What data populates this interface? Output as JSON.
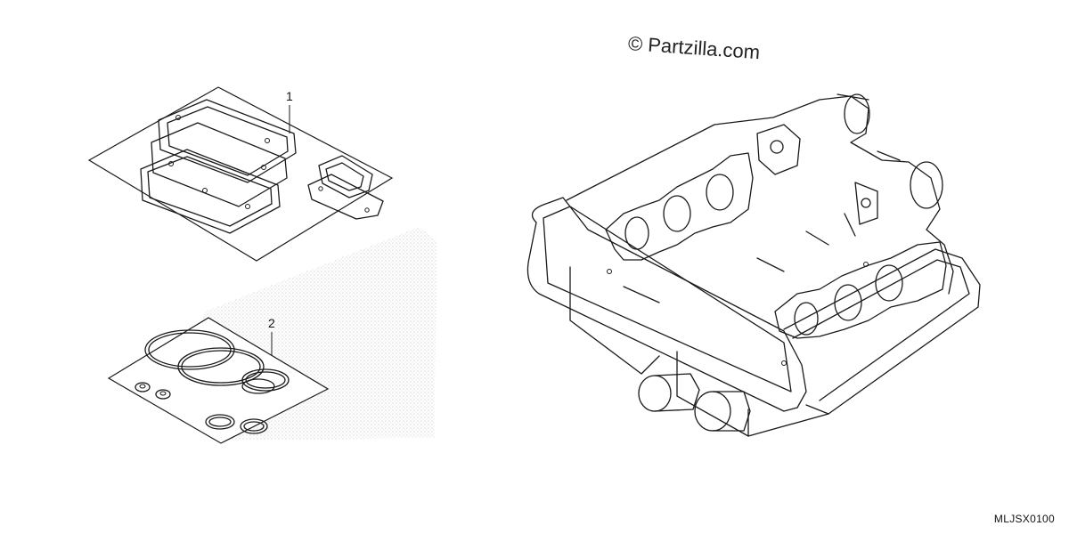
{
  "watermark": "© Partzilla.com",
  "callouts": [
    {
      "number": "1"
    },
    {
      "number": "2"
    }
  ],
  "diagram_code": "MLJSX0100"
}
